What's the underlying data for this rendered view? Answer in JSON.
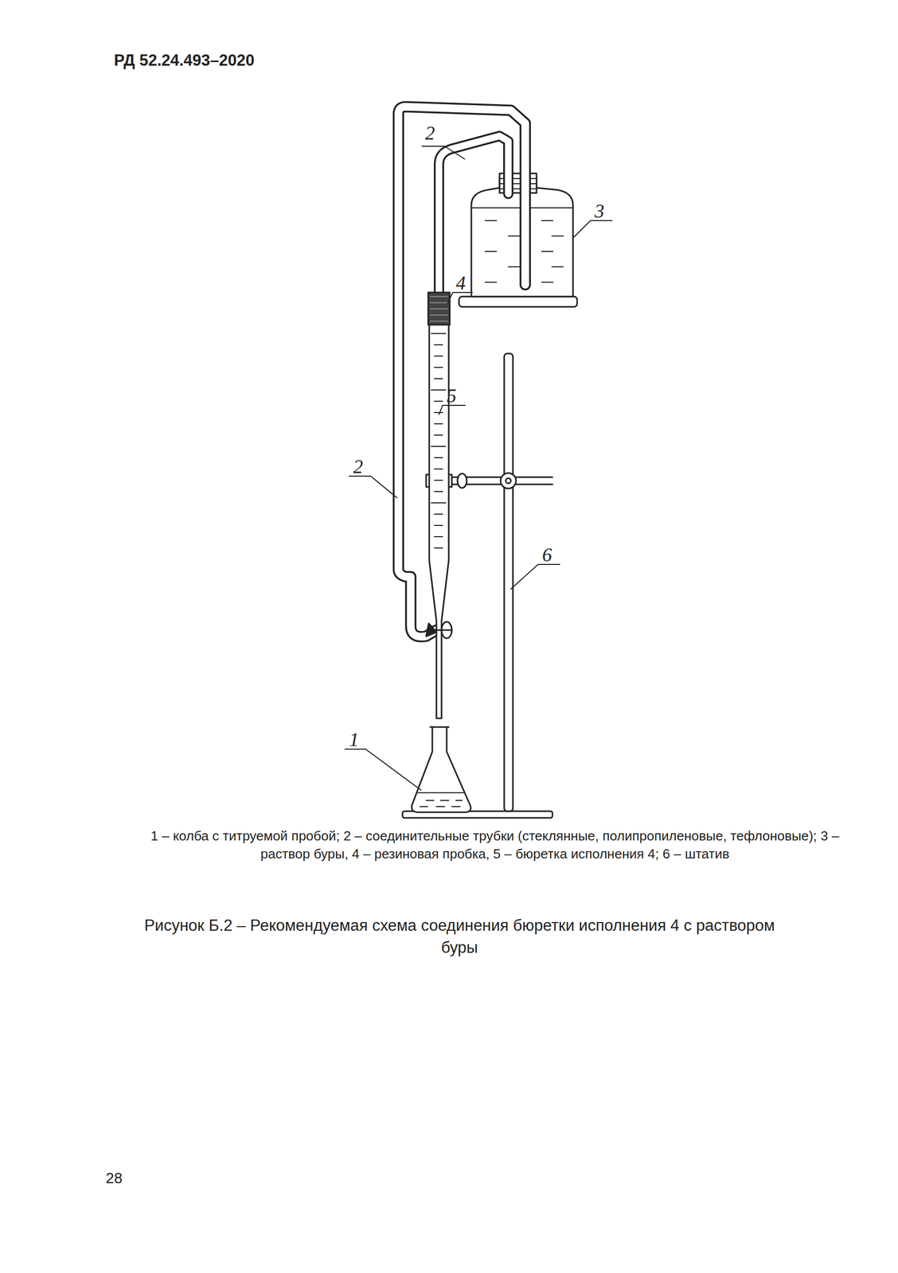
{
  "diagram": {
    "caption": "Рисунок Б.2 – Рекомендуемая схема соединения бюретки исполнения 4 с раствором буры",
    "labels": [
      "РД 52.24.493–2020",
      "2",
      "3",
      "4",
      "5",
      "2",
      "6",
      "1",
      "1 – колба с титруемой пробой; 2 – соединительные трубки (стеклянные, полипропиленовые, тефлоновые); 3 – раствор буры, 4 – резиновая пробка, 5 – бюретка исполнения 4; 6 – штатив",
      "28"
    ]
  }
}
